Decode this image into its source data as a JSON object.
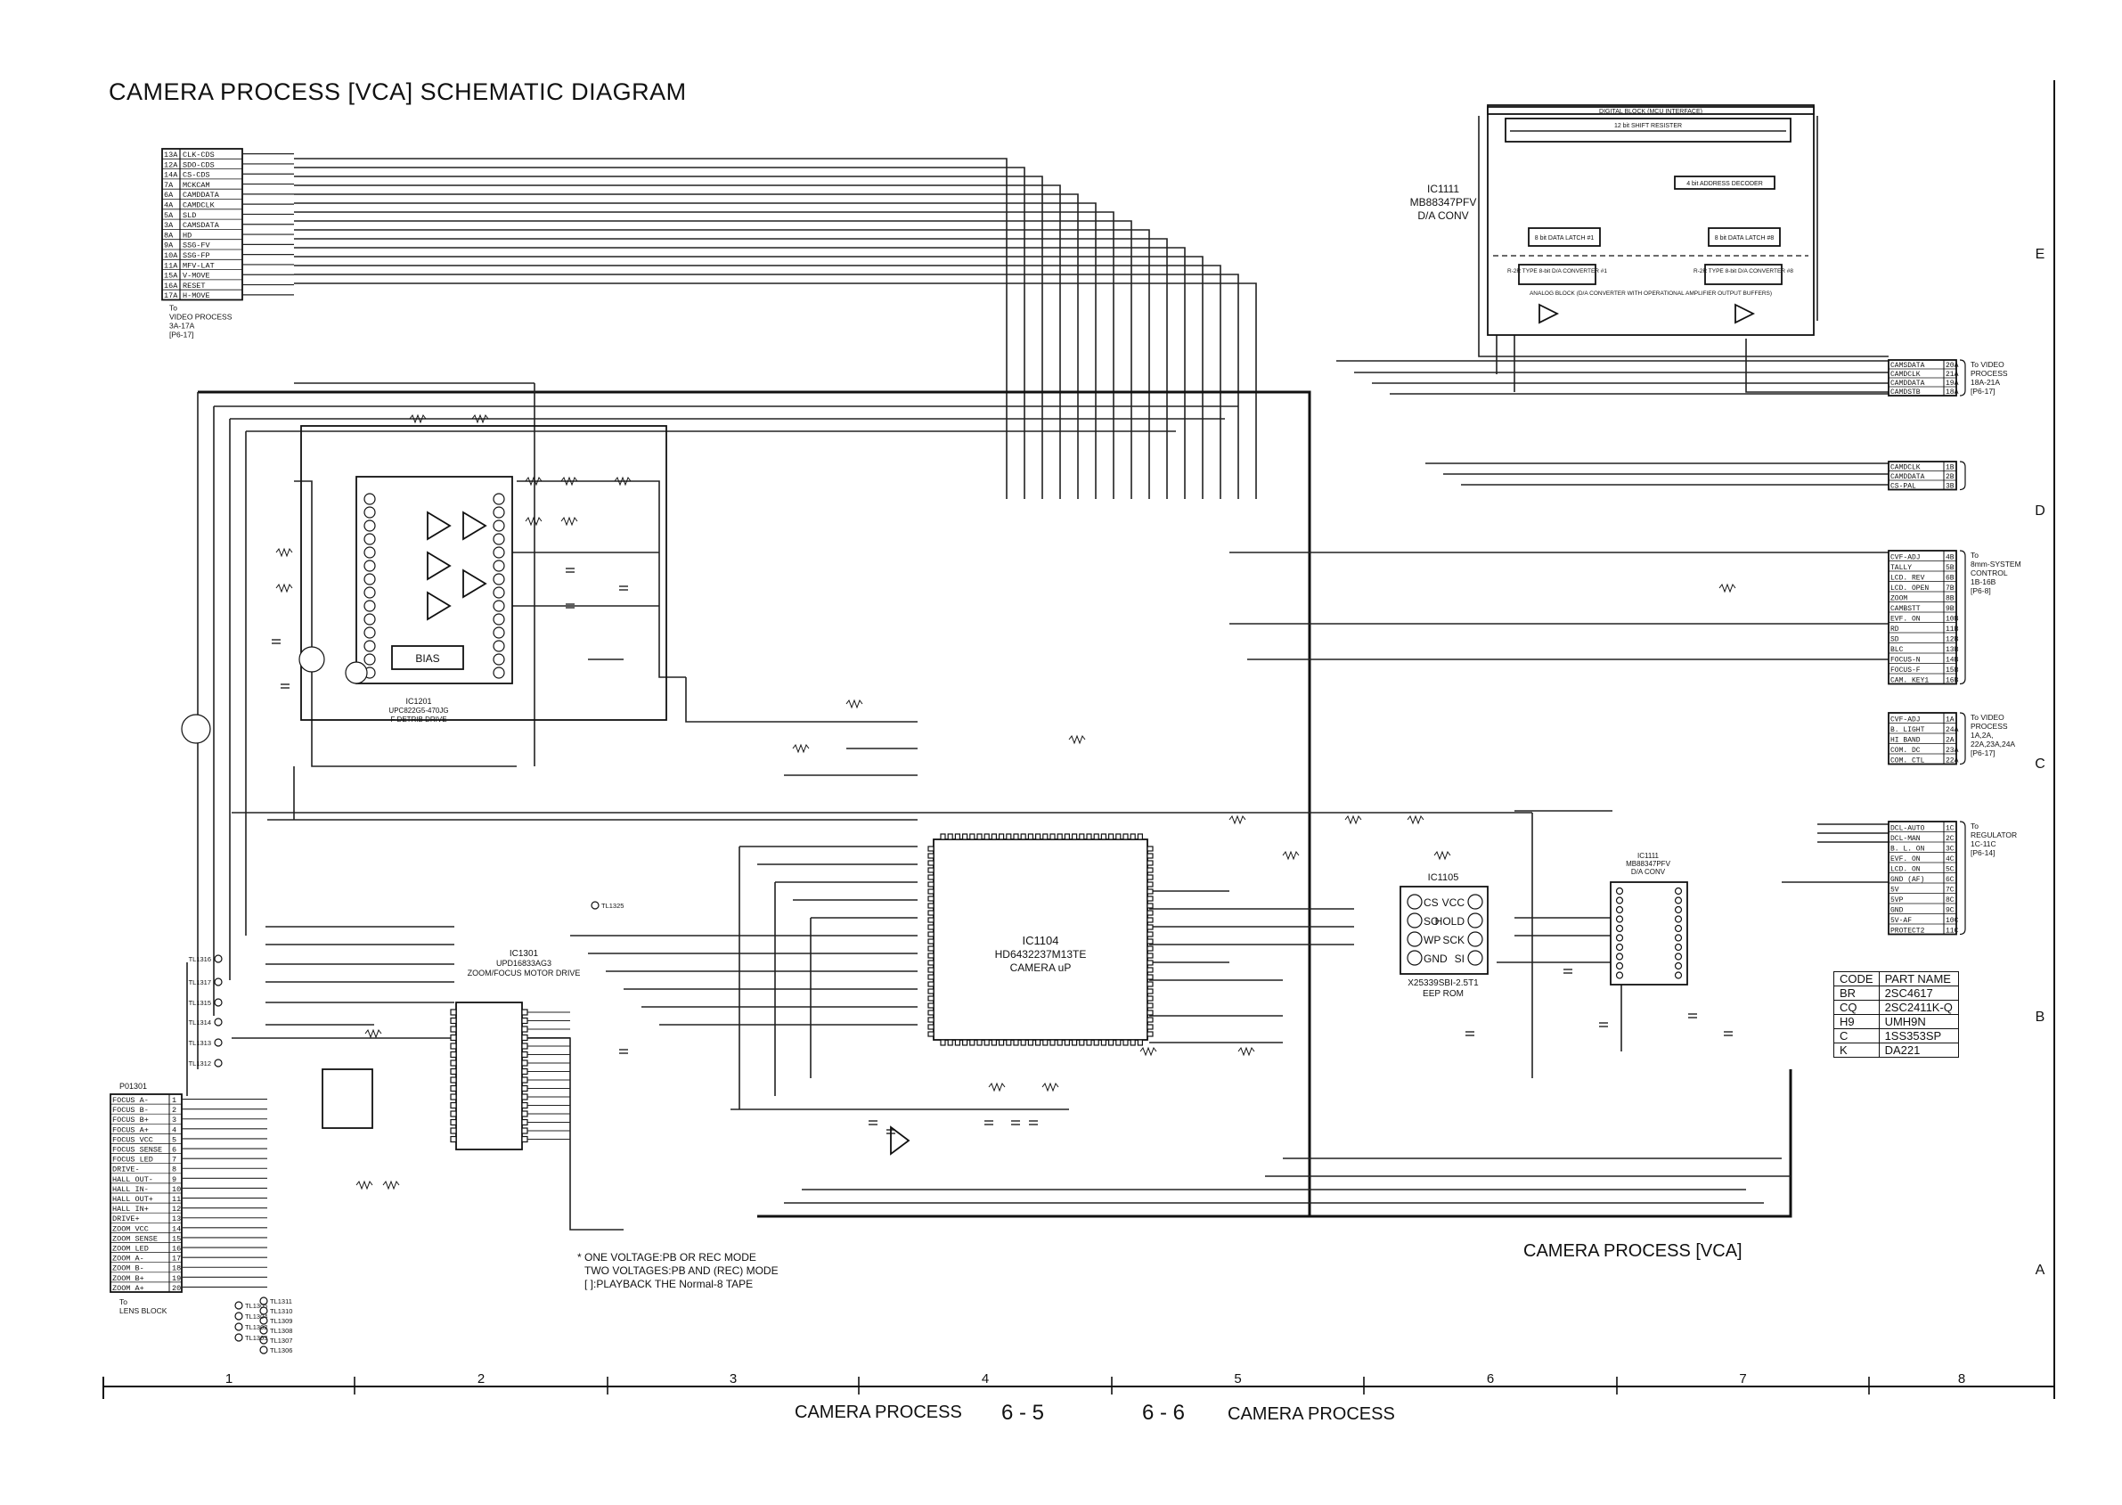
{
  "title": "CAMERA PROCESS [VCA] SCHEMATIC DIAGRAM",
  "block_label": "CAMERA PROCESS [VCA]",
  "footer": {
    "left_label": "CAMERA PROCESS",
    "left_page": "6 - 5",
    "right_page": "6 - 6",
    "right_label": "CAMERA PROCESS"
  },
  "grid_columns": [
    "1",
    "2",
    "3",
    "4",
    "5",
    "6",
    "7",
    "8"
  ],
  "grid_rows": [
    "E",
    "D",
    "C",
    "B",
    "A"
  ],
  "left_connector": {
    "pins": [
      "13A",
      "12A",
      "14A",
      "7A",
      "6A",
      "4A",
      "5A",
      "3A",
      "8A",
      "9A",
      "10A",
      "11A",
      "15A",
      "16A",
      "17A"
    ],
    "labels": [
      "CLK-CDS",
      "SDO-CDS",
      "CS-CDS",
      "MCKCAM",
      "CAMDDATA",
      "CAMDCLK",
      "SLD",
      "CAMSDATA",
      "HD",
      "SSG-FV",
      "SSG-FP",
      "MFV-LAT",
      "V-MOVE",
      "RESET",
      "H-MOVE"
    ],
    "note": "To VIDEO PROCESS 3A-17A [P6-17]"
  },
  "lens_connector": {
    "name": "P01301",
    "labels": [
      "FOCUS A-",
      "FOCUS B-",
      "FOCUS B+",
      "FOCUS A+",
      "FOCUS VCC",
      "FOCUS SENSE",
      "FOCUS LED",
      "DRIVE-",
      "HALL OUT-",
      "HALL IN-",
      "HALL OUT+",
      "HALL IN+",
      "DRIVE+",
      "ZOOM VCC",
      "ZOOM SENSE",
      "ZOOM LED",
      "ZOOM A-",
      "ZOOM B-",
      "ZOOM B+",
      "ZOOM A+"
    ],
    "note": "To LENS BLOCK"
  },
  "test_points": [
    "TL1316",
    "TL1317",
    "TL1315",
    "TL1314",
    "TL1313",
    "TL1312",
    "TL1311",
    "TL1310",
    "TL1309",
    "TL1308",
    "TL1307",
    "TL1306",
    "TL1305",
    "TL1304",
    "TL1302",
    "TL1303",
    "TL1325"
  ],
  "ics": {
    "ic1111_top": {
      "ref": "IC1111",
      "part": "MB88347PFV",
      "func": "D/A CONV",
      "blocks": [
        "DIGITAL BLOCK (MCU INTERFACE)",
        "12 bit SHIFT RESISTER",
        "4 bit ADDRESS DECODER",
        "8 bit DATA LATCH #1",
        "8 bit DATA LATCH #8",
        "R-2R TYPE 8-bit D/A CONVERTER #1",
        "R-2R TYPE 8-bit D/A CONVERTER #8",
        "ANALOG BLOCK (D/A CONVERTER WITH OPERATIONAL AMPLIFIER OUTPUT BUFFERS)"
      ]
    },
    "ic1201": {
      "ref": "IC1201",
      "part": "UPC822G5-470JG",
      "func": "F DETRIB DRIVE",
      "block": "BIAS"
    },
    "ic1104": {
      "ref": "IC1104",
      "part": "HD6432237M13TE",
      "func": "CAMERA uP"
    },
    "ic1301": {
      "ref": "IC1301",
      "part": "UPD16833AG3",
      "func": "ZOOM/FOCUS MOTOR DRIVE"
    },
    "ic1105": {
      "ref": "IC1105",
      "part": "X25339SBI-2.5T1",
      "func": "EEP ROM",
      "pins": [
        "CS",
        "SO",
        "WP",
        "GND",
        "VCC",
        "HOLD",
        "SCK",
        "SI"
      ]
    },
    "ic1111_small": {
      "ref": "IC1111",
      "part": "MB88347PFV",
      "func": "D/A CONV"
    }
  },
  "right_connectors": [
    {
      "pins": [
        "20A",
        "21A",
        "19A",
        "18A"
      ],
      "labels": [
        "CAMSDATA",
        "CAMDCLK",
        "CAMDDATA",
        "CAMDSTB"
      ],
      "note": "To VIDEO PROCESS 18A-21A [P6-17]"
    },
    {
      "pins": [
        "1B",
        "2B",
        "3B"
      ],
      "labels": [
        "CAMDCLK",
        "CAMDDATA",
        "CS-PAL"
      ],
      "note": ""
    },
    {
      "pins": [
        "4B",
        "5B",
        "6B",
        "7B",
        "8B",
        "9B",
        "10B",
        "11B",
        "12B",
        "13B",
        "14B",
        "15B",
        "16B"
      ],
      "labels": [
        "CVF-ADJ",
        "TALLY",
        "LCD. REV",
        "LCD. OPEN",
        "ZOOM",
        "CAMBSTT",
        "EVF. ON",
        "RD",
        "SD",
        "BLC",
        "FOCUS-N",
        "FOCUS-F",
        "CAM. KEY1"
      ],
      "note": "To 8mm-SYSTEM CONTROL 1B-16B [P6-8]"
    },
    {
      "pins": [
        "1A",
        "24A",
        "2A",
        "23A",
        "22A"
      ],
      "labels": [
        "CVF-ADJ",
        "B. LIGHT",
        "HI BAND",
        "COM. DC",
        "COM. CTL"
      ],
      "note": "To VIDEO PROCESS 1A,2A, 22A,23A,24A [P6-17]"
    },
    {
      "pins": [
        "1C",
        "2C",
        "3C",
        "4C",
        "5C",
        "6C",
        "7C",
        "8C",
        "9C",
        "10C",
        "11C"
      ],
      "labels": [
        "DCL-AUTO",
        "DCL-MAN",
        "B. L. ON",
        "EVF. ON",
        "LCD. ON",
        "GND (AF)",
        "5V",
        "5VP",
        "GND",
        "5V-AF",
        "PROTECT2"
      ],
      "note": "To REGULATOR 1C-11C [P6-14]"
    }
  ],
  "parts_table": {
    "headers": [
      "CODE",
      "PART NAME"
    ],
    "rows": [
      [
        "BR",
        "2SC4617"
      ],
      [
        "CQ",
        "2SC2411K-Q"
      ],
      [
        "H9",
        "UMH9N"
      ],
      [
        "C",
        "1SS353SP"
      ],
      [
        "K",
        "DA221"
      ]
    ]
  },
  "note_lines": [
    "* ONE VOLTAGE:PB OR REC MODE",
    "TWO VOLTAGES:PB AND (REC) MODE",
    "[ ]:PLAYBACK THE Normal-8 TAPE"
  ]
}
